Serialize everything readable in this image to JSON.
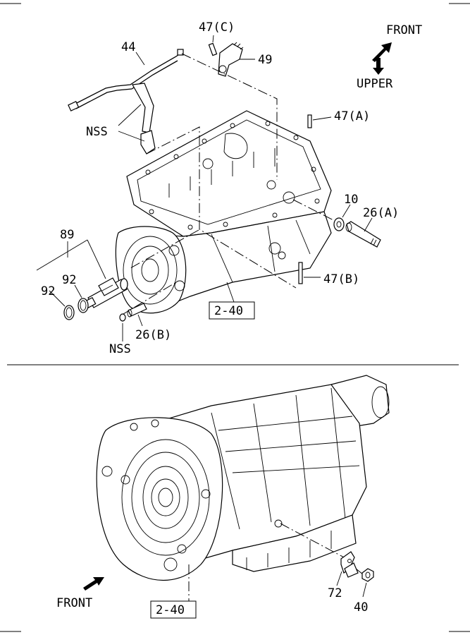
{
  "top_view": {
    "orientation": {
      "front": "FRONT",
      "upper": "UPPER"
    },
    "labels": {
      "p44": "44",
      "p47c": "47(C)",
      "p49": "49",
      "p47a": "47(A)",
      "nss_top": "NSS",
      "p10": "10",
      "p26a": "26(A)",
      "p89": "89",
      "p92_inner": "92",
      "p92_outer": "92",
      "p47b": "47(B)",
      "ref_top": "2-40",
      "p26b": "26(B)",
      "nss_bottom": "NSS"
    }
  },
  "bottom_view": {
    "orientation": {
      "front": "FRONT"
    },
    "labels": {
      "p72": "72",
      "p40": "40",
      "ref_bottom": "2-40"
    }
  }
}
